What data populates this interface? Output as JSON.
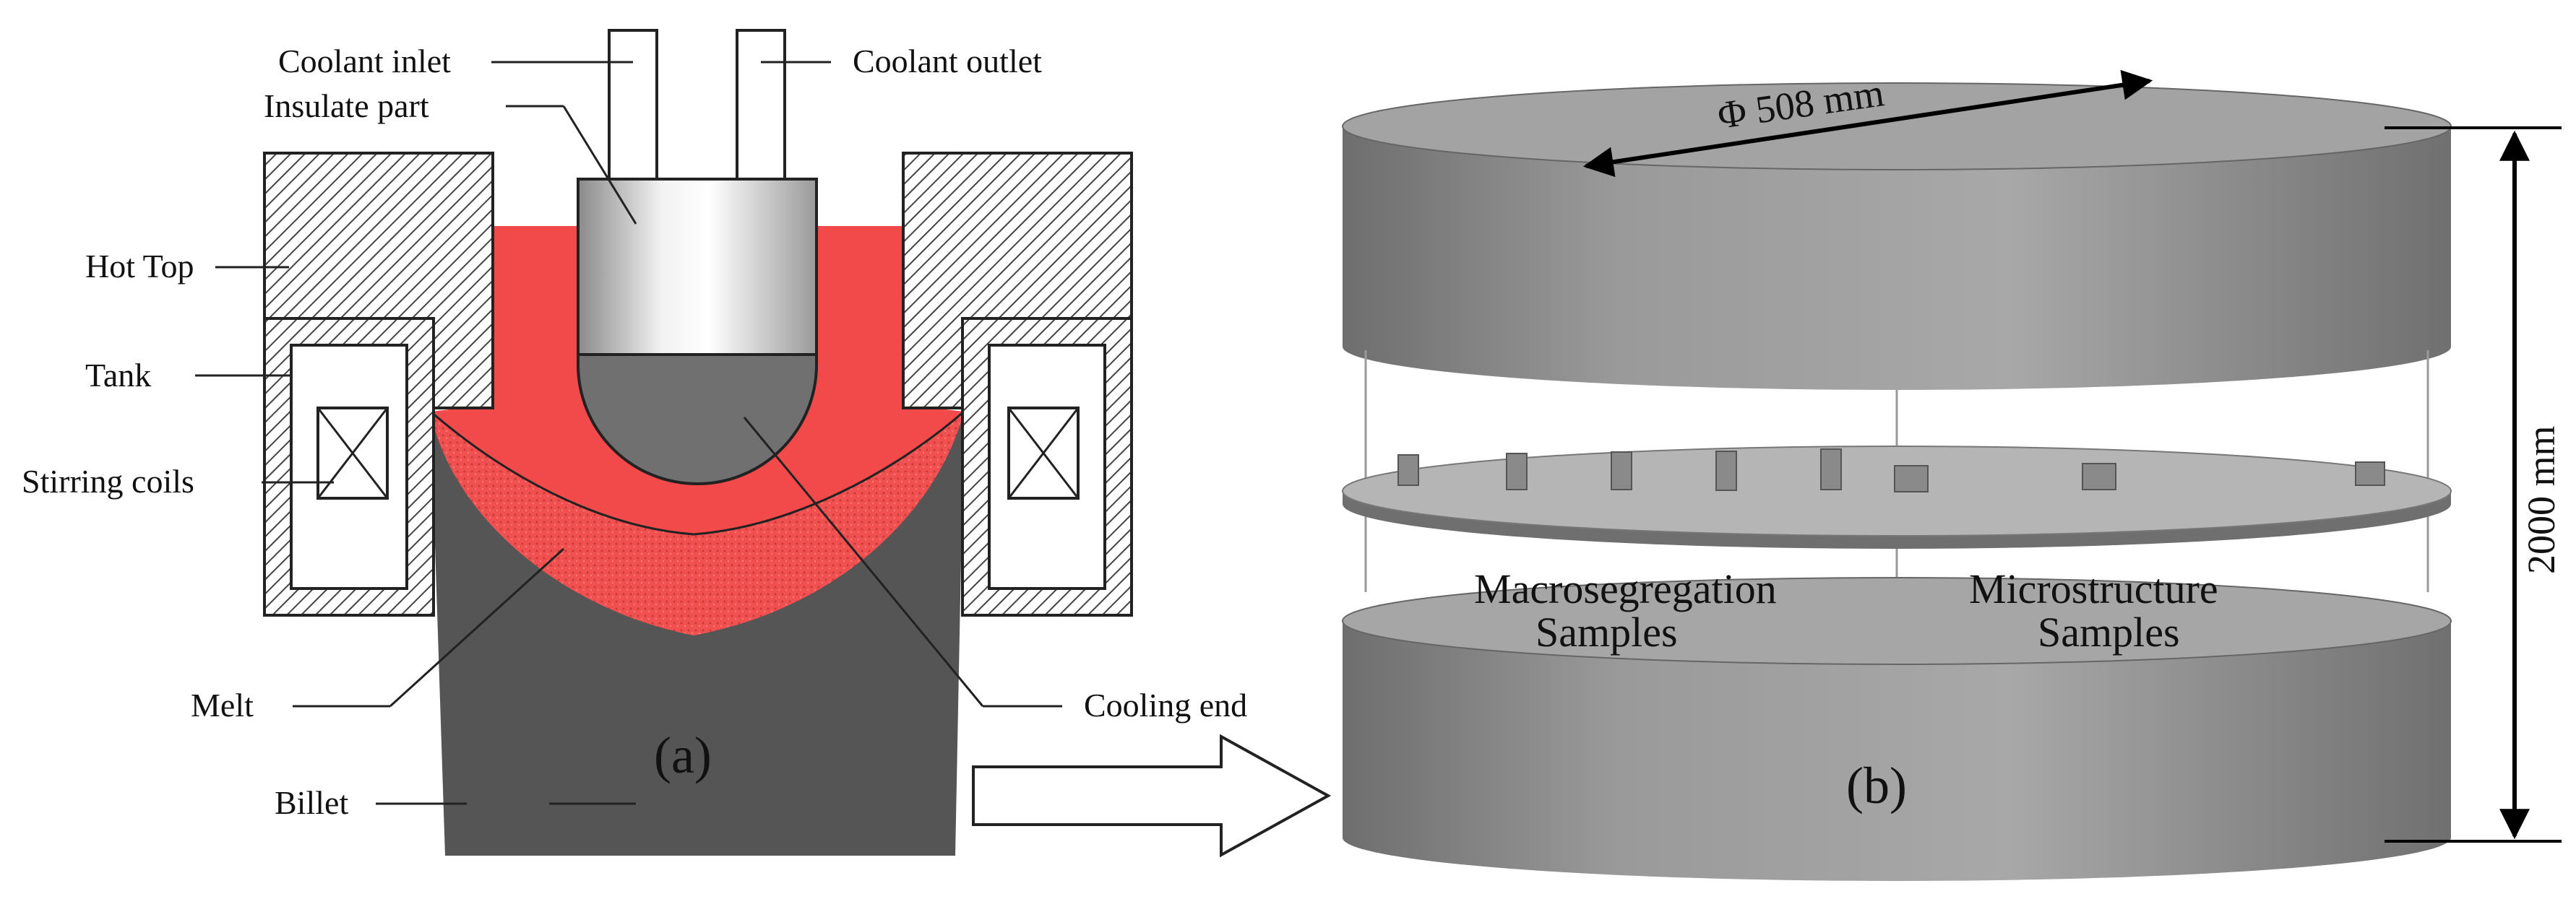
{
  "panel_a": {
    "label": "(a)",
    "labels": {
      "coolant_inlet": "Coolant inlet",
      "coolant_outlet": "Coolant outlet",
      "insulate_part": "Insulate part",
      "hot_top": "Hot Top",
      "tank": "Tank",
      "stirring_coils": "Stirring coils",
      "melt": "Melt",
      "cooling_end": "Cooling end",
      "billet": "Billet"
    }
  },
  "panel_b": {
    "label": "(b)",
    "diameter_label": "Φ 508 mm",
    "height_label": "2000 mm",
    "macro_label_line1": "Macrosegregation",
    "macro_label_line2": "Samples",
    "micro_label_line1": "Microstructure",
    "micro_label_line2": "Samples"
  },
  "colors": {
    "melt": "#f24a4a",
    "billet": "#555555",
    "hatch": "#444444",
    "cylinder": "#8f8f8f",
    "cylinder_top": "#a4a4a4"
  }
}
